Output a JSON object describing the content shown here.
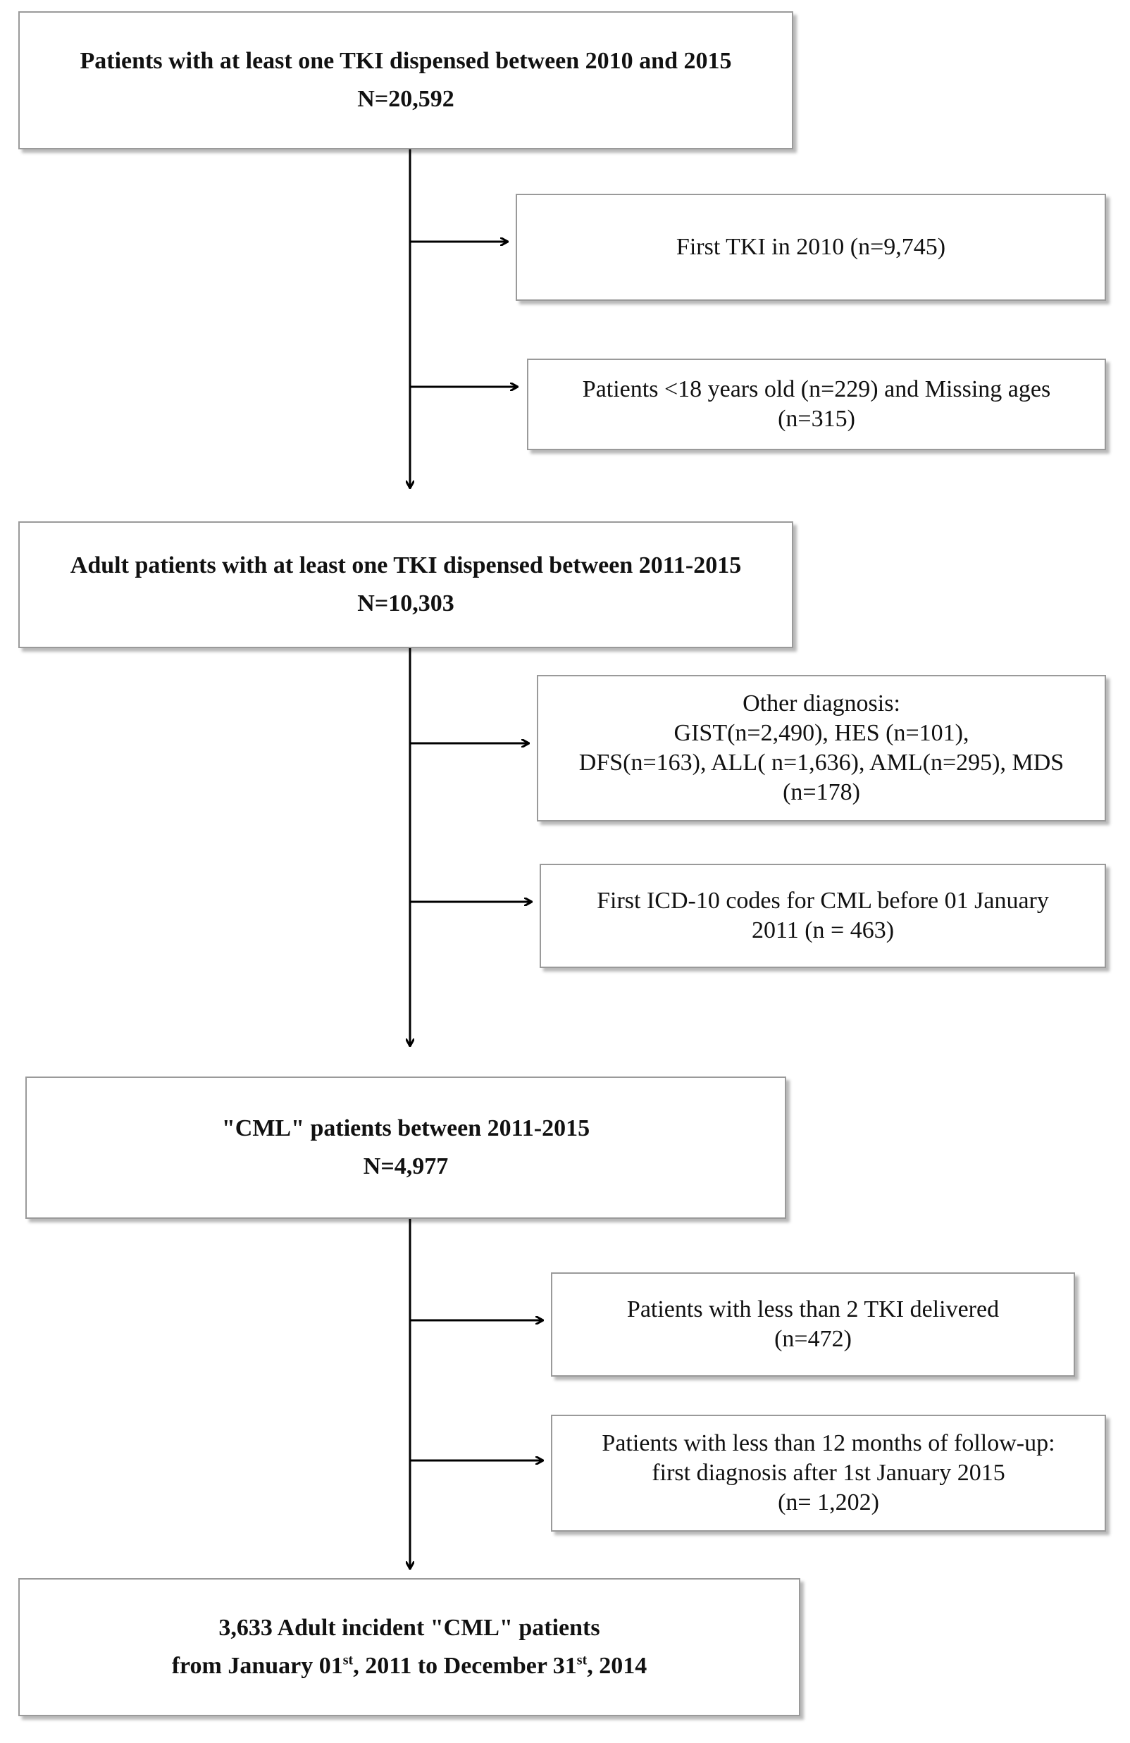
{
  "boxes": {
    "start": {
      "line1": "Patients with at least one TKI dispensed between 2010 and 2015",
      "line2": "N=20,592"
    },
    "excl_first_tki": {
      "line1": "First TKI in 2010 (n=9,745)"
    },
    "excl_age": {
      "line1": "Patients <18 years old (n=229) and Missing ages",
      "line2": "(n=315)"
    },
    "adult": {
      "line1": "Adult patients with at least one TKI dispensed between 2011-2015",
      "line2": "N=10,303"
    },
    "excl_other_dx": {
      "line1": "Other diagnosis:",
      "line2": "GIST(n=2,490), HES (n=101),",
      "line3": "DFS(n=163), ALL( n=1,636), AML(n=295), MDS",
      "line4": "(n=178)"
    },
    "excl_icd": {
      "line1": "First ICD-10 codes for CML before 01 January",
      "line2": "2011 (n = 463)"
    },
    "cml": {
      "line1": "\"CML\" patients between 2011-2015",
      "line2": "N=4,977"
    },
    "excl_tki_count": {
      "line1": "Patients with less than 2 TKI delivered",
      "line2": "(n=472)"
    },
    "excl_followup": {
      "line1": "Patients with less than 12 months of follow-up:",
      "line2": "first diagnosis after 1st January 2015",
      "line3": "(n= 1,202)"
    },
    "final": {
      "line1": "3,633 Adult incident \"CML\" patients",
      "line2_a": "from January 01",
      "line2_sup1": "st",
      "line2_b": ", 2011 to December 31",
      "line2_sup2": "st",
      "line2_c": ", 2014"
    }
  },
  "colors": {
    "border": "#9a9a9a",
    "arrow": "#000000",
    "text": "#111111"
  }
}
